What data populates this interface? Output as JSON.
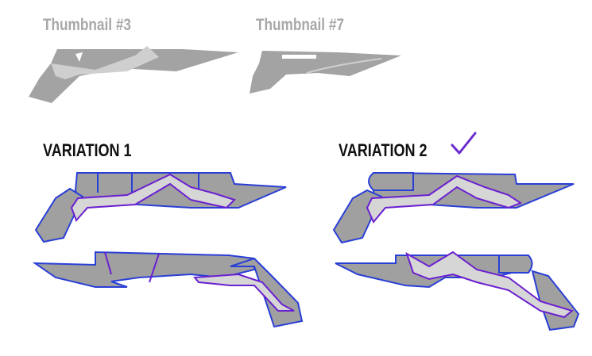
{
  "thumbnails": [
    {
      "label": "Thumbnail #3"
    },
    {
      "label": "Thumbnail #7"
    }
  ],
  "variations": [
    {
      "label": "VARIATION 1",
      "selected": false
    },
    {
      "label": "VARIATION 2",
      "selected": true
    }
  ],
  "icons": {
    "selected_mark": "checkmark-icon"
  },
  "colors": {
    "thumbnail_fill": "#a3a3a3",
    "thumbnail_vine": "#cfcfcf",
    "thumbnail_label": "#a8a8a8",
    "sketch_fill": "#a0a0a0",
    "vine_fill": "#d6d6d6",
    "outline_blue": "#2a3fd6",
    "outline_purple": "#6a1fd0",
    "checkmark": "#6a2bd0",
    "variation_label": "#111111"
  }
}
